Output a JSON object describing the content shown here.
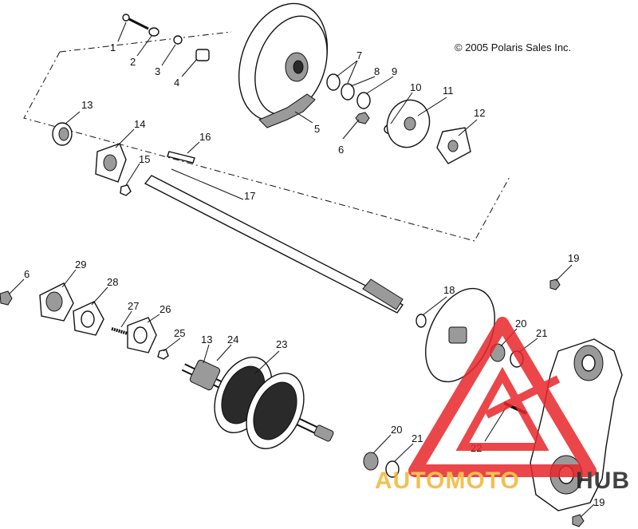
{
  "copyright": "© 2005 Polaris Sales Inc.",
  "watermark": {
    "left_text": "AUTOMOTO",
    "right_text": "HUB",
    "colors": {
      "primary": "#e8262b",
      "accent": "#f2b632",
      "dark": "#222222"
    }
  },
  "callouts": [
    {
      "id": "1",
      "label": "1"
    },
    {
      "id": "2",
      "label": "2"
    },
    {
      "id": "3",
      "label": "3"
    },
    {
      "id": "4",
      "label": "4"
    },
    {
      "id": "5",
      "label": "5"
    },
    {
      "id": "6a",
      "label": "6"
    },
    {
      "id": "6b",
      "label": "6"
    },
    {
      "id": "7",
      "label": "7"
    },
    {
      "id": "8",
      "label": "8"
    },
    {
      "id": "9",
      "label": "9"
    },
    {
      "id": "10",
      "label": "10"
    },
    {
      "id": "11",
      "label": "11"
    },
    {
      "id": "12",
      "label": "12"
    },
    {
      "id": "13a",
      "label": "13"
    },
    {
      "id": "13b",
      "label": "13"
    },
    {
      "id": "14",
      "label": "14"
    },
    {
      "id": "15",
      "label": "15"
    },
    {
      "id": "16",
      "label": "16"
    },
    {
      "id": "17",
      "label": "17"
    },
    {
      "id": "18",
      "label": "18"
    },
    {
      "id": "19a",
      "label": "19"
    },
    {
      "id": "19b",
      "label": "19"
    },
    {
      "id": "20a",
      "label": "20"
    },
    {
      "id": "20b",
      "label": "20"
    },
    {
      "id": "21a",
      "label": "21"
    },
    {
      "id": "21b",
      "label": "21"
    },
    {
      "id": "22",
      "label": "22"
    },
    {
      "id": "23",
      "label": "23"
    },
    {
      "id": "24",
      "label": "24"
    },
    {
      "id": "25",
      "label": "25"
    },
    {
      "id": "26",
      "label": "26"
    },
    {
      "id": "27",
      "label": "27"
    },
    {
      "id": "28",
      "label": "28"
    },
    {
      "id": "29",
      "label": "29"
    }
  ]
}
